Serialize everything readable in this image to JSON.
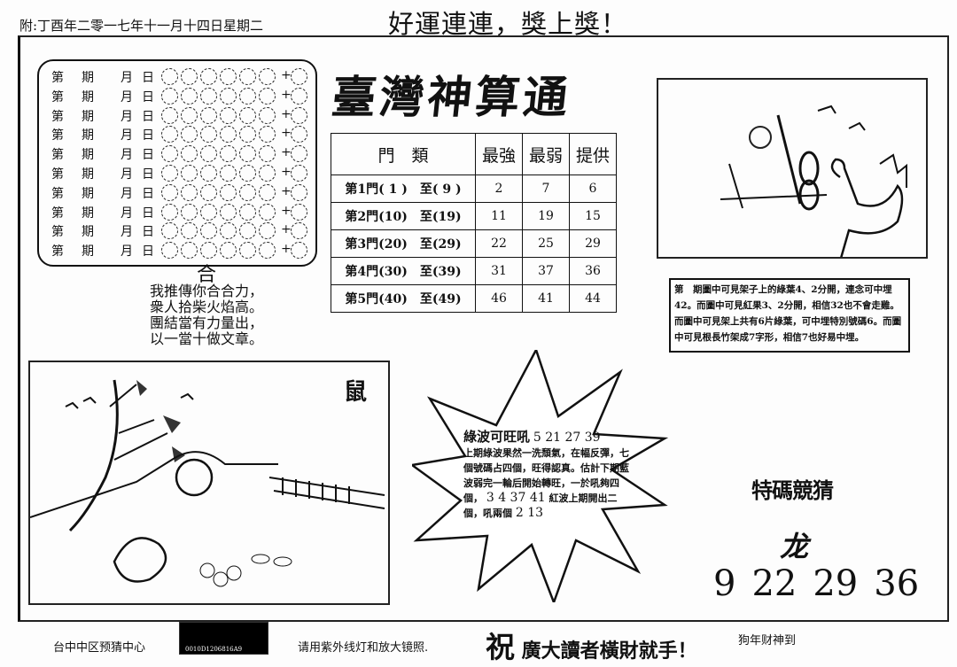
{
  "header": {
    "date": "附:丁酉年二零一七年十一月十四日星期二",
    "slogan": "好運連連，獎上獎！"
  },
  "title": "臺灣神算通",
  "draw_grid": {
    "row_labels": {
      "issue": "第",
      "period": "期",
      "month": "月",
      "day": "日"
    },
    "rows": 10,
    "circles_per_row": 6,
    "plus": "+"
  },
  "door_table": {
    "headers": [
      "門　類",
      "最強",
      "最弱",
      "提供"
    ],
    "rows": [
      {
        "door": "第1門( 1 )　至( 9 )",
        "strongest": "2",
        "weakest": "7",
        "offer": "6"
      },
      {
        "door": "第2門(10)　至(19)",
        "strongest": "11",
        "weakest": "19",
        "offer": "15"
      },
      {
        "door": "第3門(20)　至(29)",
        "strongest": "22",
        "weakest": "25",
        "offer": "29"
      },
      {
        "door": "第4門(30)　至(39)",
        "strongest": "31",
        "weakest": "37",
        "offer": "36"
      },
      {
        "door": "第5門(40)　至(49)",
        "strongest": "46",
        "weakest": "41",
        "offer": "44"
      }
    ]
  },
  "note": "第　期圖中可見架子上的綠葉4、2分開，連念可中埋42。而圖中可見紅果3、2分開，相信32也不會走雞。而圖中可見架上共有6片綠葉，可中埋特別號碼6。而圖中可見根長竹架成7字形，相信7也好易中埋。",
  "poem": {
    "heading": "合",
    "lines": [
      "我推傳你合合力，",
      "衆人拾柴火焰高。",
      "團結當有力量出，",
      "以一當十做文章。"
    ]
  },
  "zodiac_picture_label": "鼠",
  "starburst": {
    "heading": "綠波可旺吼",
    "heading_nums": "5 21 27 39",
    "text1": "上期綠波果然一洗頹氣，在幅反彈，七個號碼占四個，旺得認真。估計下期藍波弱完一輪后開始轉旺，一於吼夠四個，",
    "nums2": "3 4 37 41",
    "text2": "紅波上期開出二個，吼兩個",
    "nums3": "2 13"
  },
  "special": {
    "title": "特碼競猜",
    "zodiac": "龙",
    "numbers": [
      "9",
      "22",
      "29",
      "36"
    ]
  },
  "footer": {
    "center": "台中中区预猜中心",
    "barcode": "0010D1206816A9",
    "hint": "请用紫外线灯和放大镜照.",
    "wish_big": "祝",
    "wish": "廣大讀者橫財就手！",
    "right": "狗年财神到"
  }
}
